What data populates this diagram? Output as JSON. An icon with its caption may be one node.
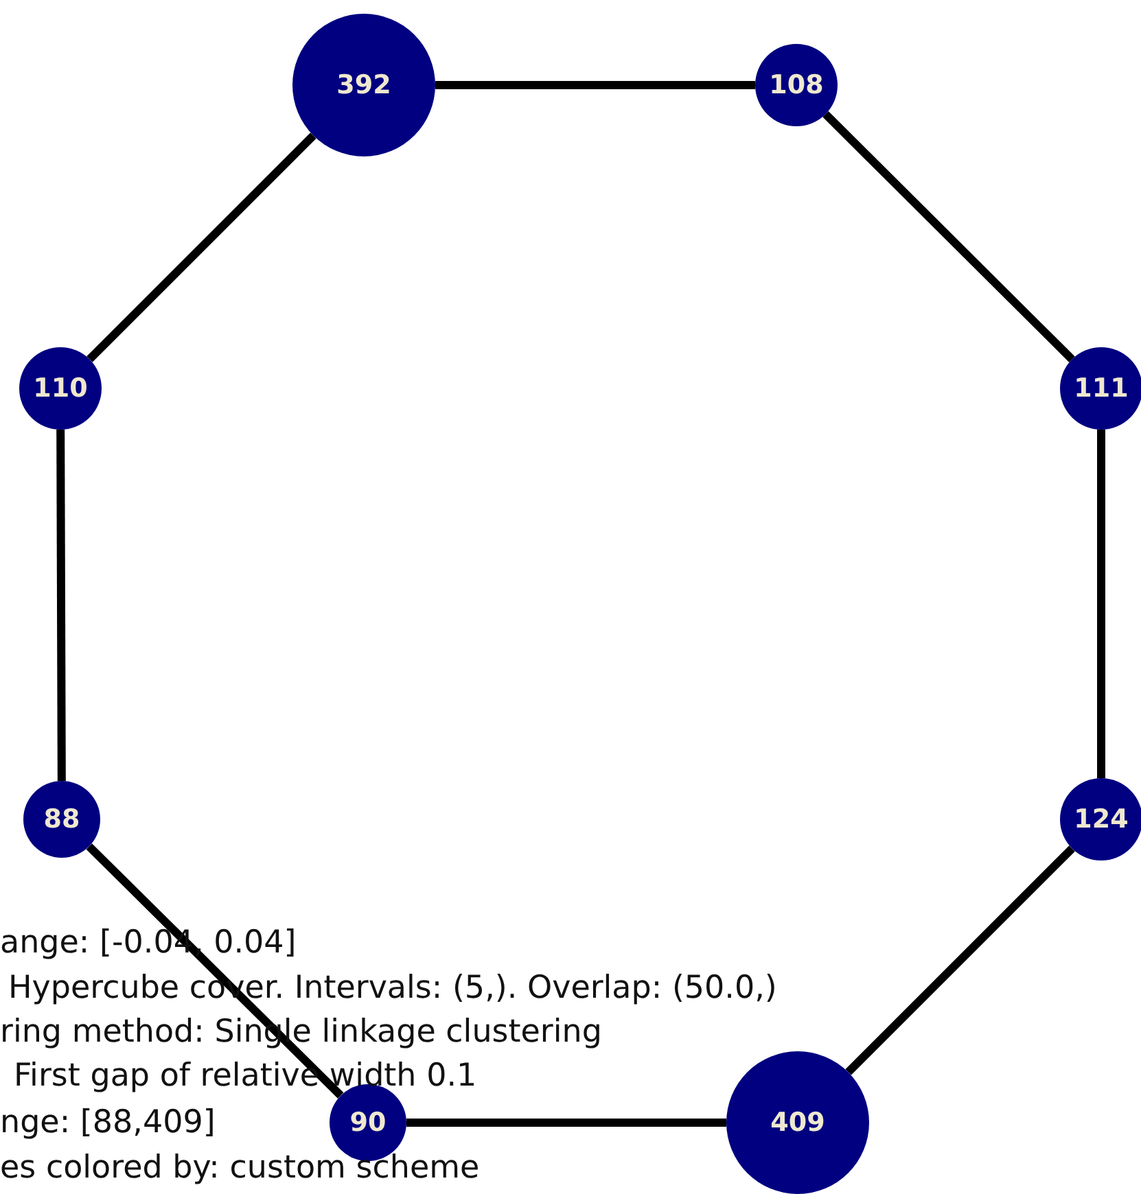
{
  "diagram": {
    "nodes": [
      {
        "text": [
          "392"
        ]
      },
      {
        "text": [
          "108"
        ]
      },
      {
        "text": [
          "110"
        ]
      },
      {
        "text": [
          "111"
        ]
      },
      {
        "text": [
          "88"
        ]
      },
      {
        "text": [
          "124"
        ]
      },
      {
        "text": [
          "90"
        ]
      },
      {
        "text": [
          "409"
        ]
      }
    ],
    "edges": [
      {
        "from": 0,
        "to": 1,
        "arrow": "none"
      },
      {
        "from": 1,
        "to": 3,
        "arrow": "none"
      },
      {
        "from": 3,
        "to": 5,
        "arrow": "none"
      },
      {
        "from": 5,
        "to": 7,
        "arrow": "none"
      },
      {
        "from": 7,
        "to": 6,
        "arrow": "none"
      },
      {
        "from": 6,
        "to": 4,
        "arrow": "none"
      },
      {
        "from": 4,
        "to": 2,
        "arrow": "none"
      },
      {
        "from": 2,
        "to": 0,
        "arrow": "none"
      }
    ],
    "labels": [
      "ange: [-0.04, 0.04]",
      "Hypercube cover. Intervals: (5,). Overlap: (50.0,)",
      "ring method: Single linkage clustering",
      "First gap of relative width 0.1",
      "nge: [88,409]",
      "es colored by: custom scheme"
    ]
  }
}
